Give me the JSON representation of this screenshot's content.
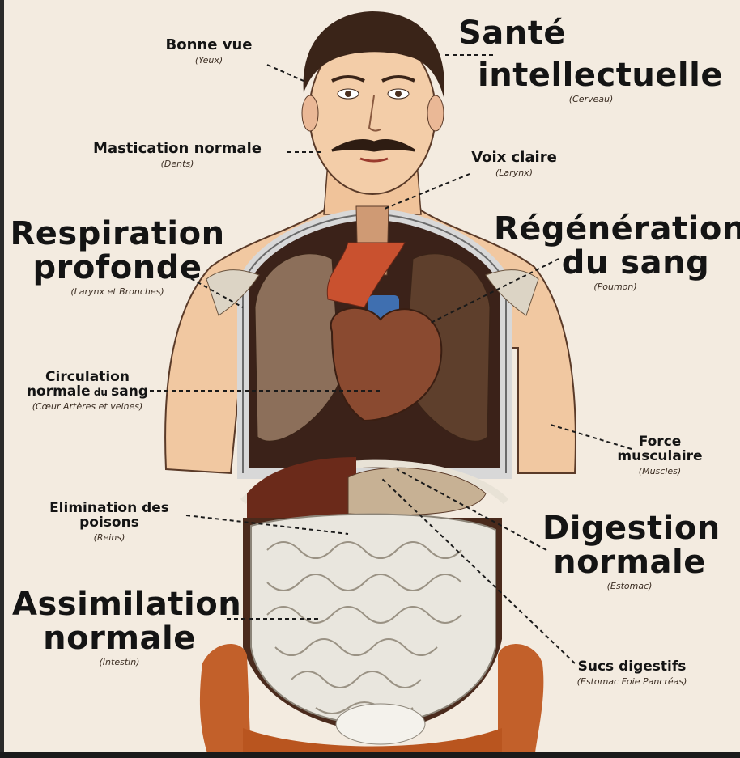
{
  "labels": {
    "sante": {
      "line1": "Santé",
      "line2": "intellectuelle",
      "sub": "(Cerveau)"
    },
    "bonne_vue": {
      "main": "Bonne vue",
      "sub": "(Yeux)"
    },
    "mastication": {
      "main": "Mastication normale",
      "sub": "(Dents)"
    },
    "voix": {
      "main": "Voix claire",
      "sub": "(Larynx)"
    },
    "respiration": {
      "line1": "Respiration",
      "line2": "profonde",
      "sub": "(Larynx et Bronches)"
    },
    "regeneration": {
      "line1": "Régénération",
      "line2": "du sang",
      "sub": "(Poumon)"
    },
    "circulation": {
      "line1": "Circulation",
      "line2a": "normale",
      "line2b": "du",
      "line2c": "sang",
      "sub": "(Cœur Artères et veines)"
    },
    "force": {
      "line1": "Force",
      "line2": "musculaire",
      "sub": "(Muscles)"
    },
    "elimination": {
      "line1": "Elimination des",
      "line2": "poisons",
      "sub": "(Reins)"
    },
    "digestion": {
      "line1": "Digestion",
      "line2": "normale",
      "sub": "(Estomac)"
    },
    "assimilation": {
      "line1": "Assimilation",
      "line2": "normale",
      "sub": "(Intestin)"
    },
    "sucs": {
      "main": "Sucs digestifs",
      "sub": "(Estomac Foie Pancréas)"
    }
  },
  "colors": {
    "background": "#f3ebe0",
    "skin": "#f1c8a1",
    "intestine": "#e9e6de",
    "heart": "#8a4a30",
    "lung": "#8c6f5a",
    "cloth": "#c2602a"
  }
}
